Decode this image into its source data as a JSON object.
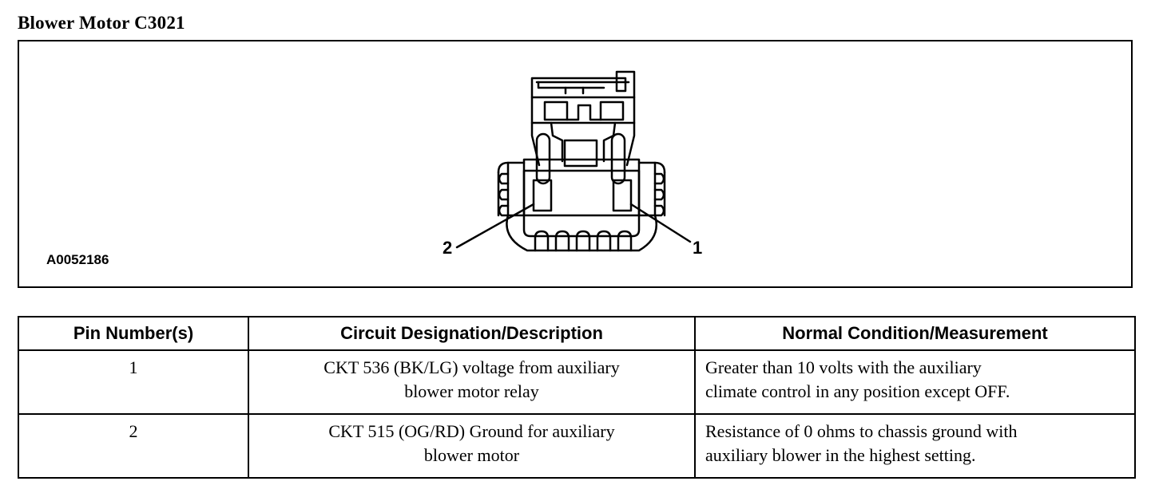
{
  "title": "Blower Motor C3021",
  "figure": {
    "id": "A0052186",
    "pin_callouts": [
      "2",
      "1"
    ],
    "icon": "electrical-connector-face-view"
  },
  "table": {
    "headers": [
      "Pin Number(s)",
      "Circuit Designation/Description",
      "Normal Condition/Measurement"
    ],
    "rows": [
      {
        "pin": "1",
        "circuit_line1": "CKT 536 (BK/LG) voltage from auxiliary",
        "circuit_line2": "blower motor relay",
        "measurement_line1": "Greater than 10 volts with the auxiliary",
        "measurement_line2": "climate control in any position except OFF."
      },
      {
        "pin": "2",
        "circuit_line1": "CKT 515 (OG/RD) Ground for auxiliary",
        "circuit_line2": "blower motor",
        "measurement_line1": "Resistance of 0 ohms to chassis ground with",
        "measurement_line2": "auxiliary blower in the highest setting."
      }
    ]
  }
}
